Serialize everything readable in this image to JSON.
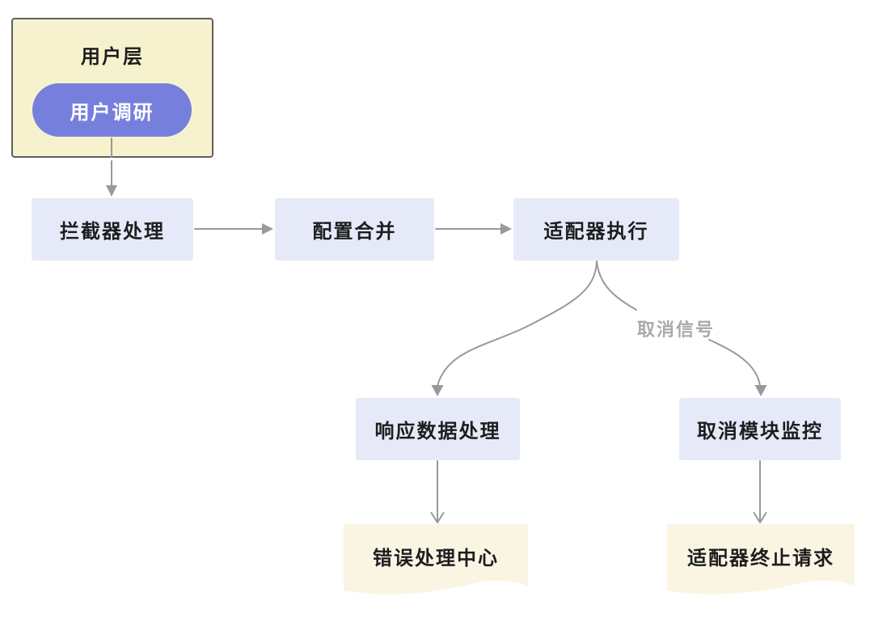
{
  "diagram": {
    "title": "request flow diagram",
    "colors": {
      "page_background": "#FFFFFF",
      "container_fill": "#F7F2CE",
      "container_border": "#606060",
      "pill_fill": "#7680DC",
      "pill_text": "#FFFFFF",
      "process_fill": "#E6EAF8",
      "document_fill": "#FAF5E3",
      "node_text": "#1D1D1F",
      "arrow": "#999999",
      "edge_label_text": "#A9A9A9"
    },
    "nodes": {
      "user_layer": {
        "label": "用户层",
        "type": "container"
      },
      "user_research": {
        "label": "用户调研",
        "type": "pill"
      },
      "interceptor": {
        "label": "拦截器处理",
        "type": "process"
      },
      "config_merge": {
        "label": "配置合并",
        "type": "process"
      },
      "adapter_exec": {
        "label": "适配器执行",
        "type": "process"
      },
      "response_proc": {
        "label": "响应数据处理",
        "type": "process"
      },
      "cancel_monitor": {
        "label": "取消模块监控",
        "type": "process"
      },
      "error_center": {
        "label": "错误处理中心",
        "type": "document"
      },
      "adapter_abort": {
        "label": "适配器终止请求",
        "type": "document"
      }
    },
    "edges": [
      {
        "from": "user_research",
        "to": "interceptor",
        "label": ""
      },
      {
        "from": "interceptor",
        "to": "config_merge",
        "label": ""
      },
      {
        "from": "config_merge",
        "to": "adapter_exec",
        "label": ""
      },
      {
        "from": "adapter_exec",
        "to": "response_proc",
        "label": ""
      },
      {
        "from": "adapter_exec",
        "to": "cancel_monitor",
        "label": "取消信号"
      },
      {
        "from": "response_proc",
        "to": "error_center",
        "label": ""
      },
      {
        "from": "cancel_monitor",
        "to": "adapter_abort",
        "label": ""
      }
    ]
  }
}
